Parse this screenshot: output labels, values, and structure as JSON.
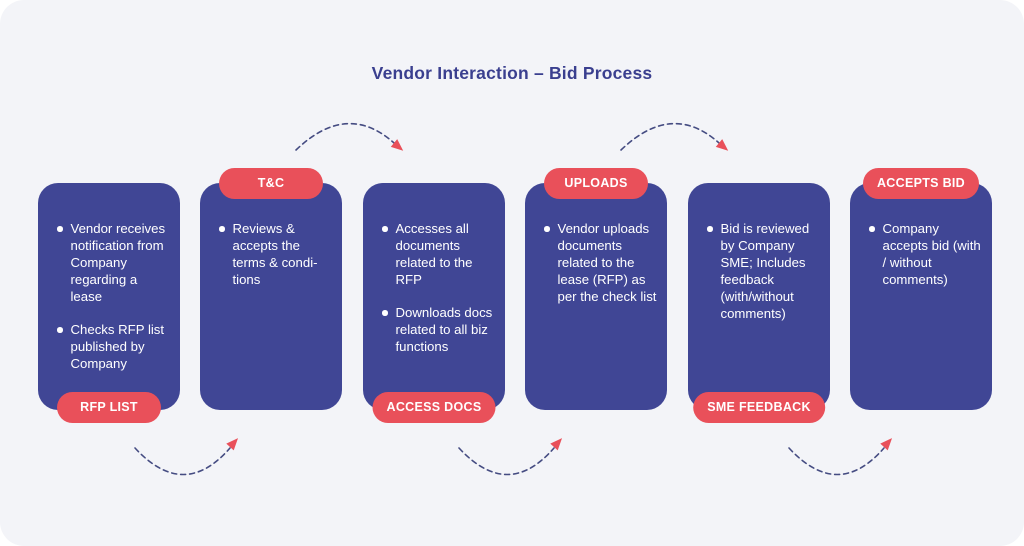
{
  "title": "Vendor Interaction – Bid Process",
  "colors": {
    "panel_bg": "#f3f4f8",
    "card_bg": "#404695",
    "pill_bg": "#e9505a",
    "title_text": "#3a3f8f",
    "card_text": "#ffffff",
    "arrow_dash": "#454c82",
    "arrow_head": "#e9505a"
  },
  "steps": [
    {
      "label": "RFP LIST",
      "label_position": "bottom",
      "bullets": [
        "Vendor receives notification from Company regarding a lease",
        "Checks RFP list published by Company"
      ]
    },
    {
      "label": "T&C",
      "label_position": "top",
      "bullets": [
        "Reviews  & accepts the terms & condi­tions"
      ]
    },
    {
      "label": "ACCESS DOCS",
      "label_position": "bottom",
      "bullets": [
        "Accesses all documents related to the RFP",
        "Downloads docs related to all biz functions"
      ]
    },
    {
      "label": "UPLOADS",
      "label_position": "top",
      "bullets": [
        "Vendor uploads documents related to the lease (RFP) as per the check list"
      ]
    },
    {
      "label": "SME FEEDBACK",
      "label_position": "bottom",
      "bullets": [
        "Bid is reviewed by Company SME; Includes feedback (with/without comments)"
      ]
    },
    {
      "label": "ACCEPTS BID",
      "label_position": "top",
      "bullets": [
        "Company accepts bid (with / without comments)"
      ]
    }
  ]
}
